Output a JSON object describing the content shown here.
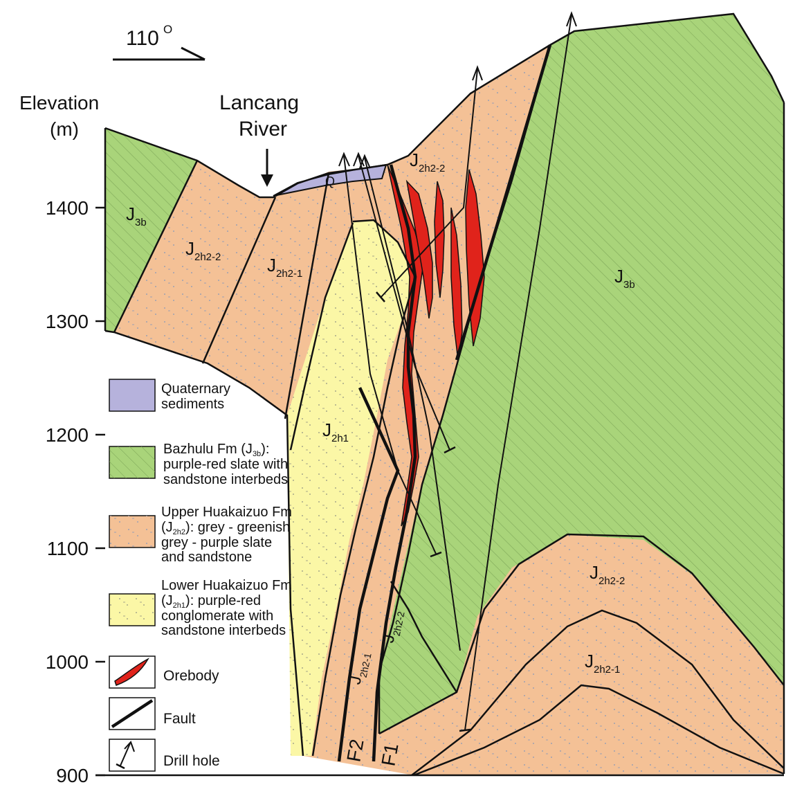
{
  "direction": {
    "value": "110",
    "unit": "O"
  },
  "axis": {
    "title_line1": "Elevation",
    "title_line2": "(m)",
    "ticks": [
      "1400",
      "1300",
      "1200",
      "1100",
      "1000",
      "900"
    ]
  },
  "river": {
    "line1": "Lancang",
    "line2": "River"
  },
  "units": {
    "j3b": {
      "main": "J",
      "sub": "3b"
    },
    "j2h22": {
      "main": "J",
      "sub": "2h2-2"
    },
    "j2h21": {
      "main": "J",
      "sub": "2h2-1"
    },
    "j2h1": {
      "main": "J",
      "sub": "2h1"
    },
    "q": {
      "main": "Q"
    }
  },
  "faults": {
    "f1": "F1",
    "f2": "F2"
  },
  "legend": {
    "quaternary": {
      "line1": "Quaternary",
      "line2": "sediments"
    },
    "bazhulu": {
      "line1a": "Bazhulu Fm (J",
      "line1sub": "3b",
      "line1b": "):",
      "line2": "purple-red slate with",
      "line3": "sandstone interbeds"
    },
    "upper": {
      "line1": "Upper Huakaizuo Fm",
      "line2a": "(J",
      "line2sub": "2h2",
      "line2b": "): grey - greenish",
      "line3": "grey - purple slate",
      "line4": "and sandstone"
    },
    "lower": {
      "line1": "Lower Huakaizuo Fm",
      "line2a": "(J",
      "line2sub": "2h1",
      "line2b": "): purple-red",
      "line3": "conglomerate with",
      "line4": "sandstone interbeds"
    },
    "orebody": "Orebody",
    "fault": "Fault",
    "drill": "Drill hole"
  },
  "colors": {
    "green": "#a9d47a",
    "orange": "#f4c196",
    "yellow": "#fbf7a6",
    "lavender": "#b6b2dc",
    "red": "#e0231b",
    "line": "#111111"
  }
}
